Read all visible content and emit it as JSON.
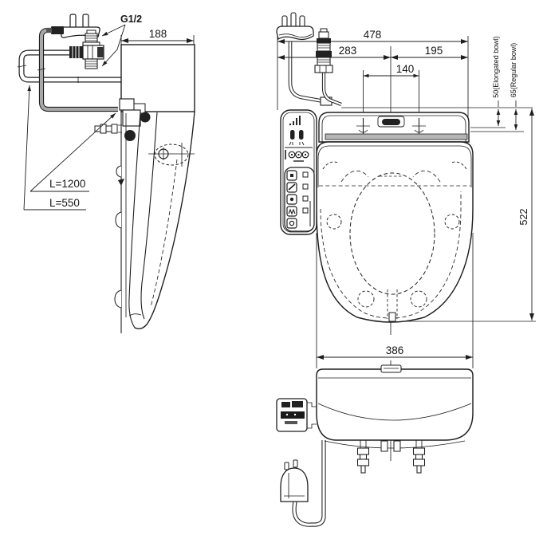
{
  "colors": {
    "line": "#1e1e1e",
    "cord_gray": "#a8a8a8",
    "band_gray": "#b5b5b5",
    "background": "#ffffff"
  },
  "side_view": {
    "connection_label": "G1/2",
    "width_dim": "188",
    "cord_length_label": "L=1200",
    "hose_length_label": "L=550"
  },
  "top_view": {
    "overall_width_dim": "478",
    "left_to_center_dim": "283",
    "center_to_right_dim": "195",
    "bolt_spacing_dim": "140",
    "elongated_note": "50(Elongated bowl)",
    "regular_note": "65(Regular bowl)",
    "depth_dim": "522"
  },
  "front_view": {
    "width_dim": "386"
  }
}
